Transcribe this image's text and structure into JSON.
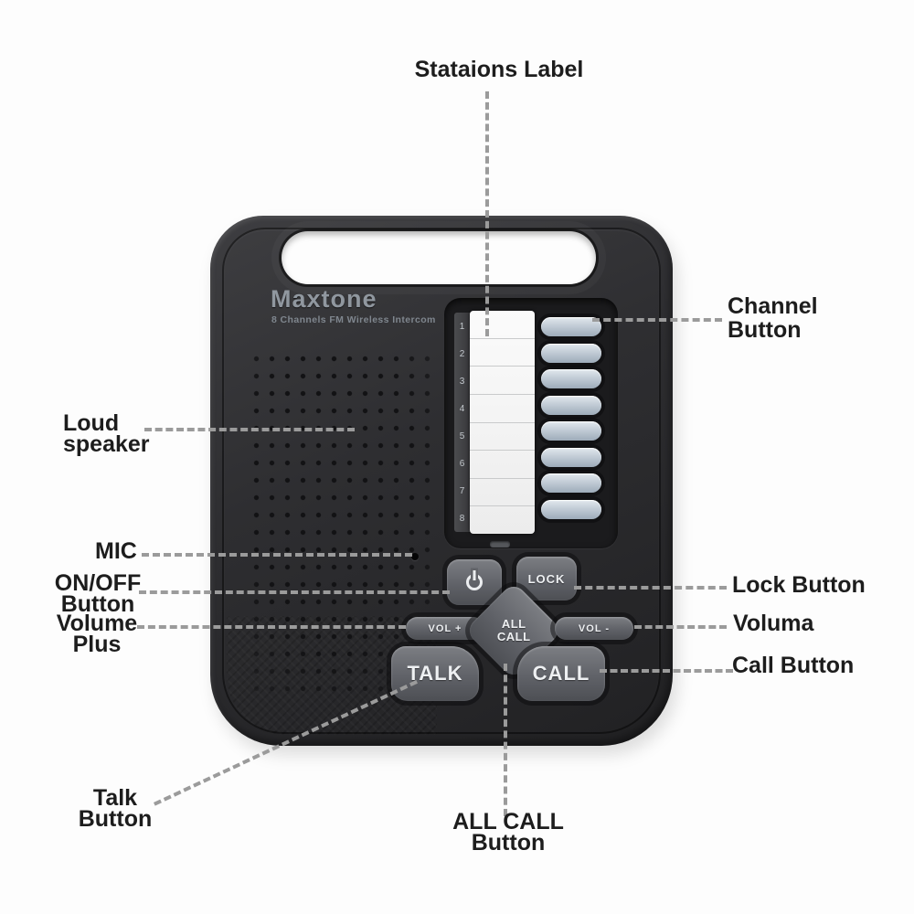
{
  "annotations": {
    "stations_label": "Stataions Label",
    "channel_button": {
      "line1": "Channel",
      "line2": "Button"
    },
    "loud_speaker": {
      "line1": "Loud",
      "line2": "speaker"
    },
    "mic": "MIC",
    "on_off_button": {
      "line1": "ON/OFF",
      "line2": "Button"
    },
    "volume_plus": {
      "line1": "Volume",
      "line2": "Plus"
    },
    "lock_button": "Lock Button",
    "voluma": "Voluma",
    "call_button": "Call Button",
    "talk_button": {
      "line1": "Talk",
      "line2": "Button"
    },
    "all_call_button": {
      "line1": "ALL CALL",
      "line2": "Button"
    }
  },
  "device": {
    "brand": "Maxtone",
    "tagline": "8 Channels FM Wireless Intercom",
    "station_numbers": [
      "1",
      "2",
      "3",
      "4",
      "5",
      "6",
      "7",
      "8"
    ],
    "channel_button_count": 8,
    "buttons": {
      "power_icon": "power-icon",
      "lock": "LOCK",
      "vol_plus": "VOL +",
      "all_call": {
        "line1": "ALL",
        "line2": "CALL"
      },
      "vol_minus": "VOL -",
      "talk": "TALK",
      "call": "CALL"
    },
    "colors": {
      "body": "#2e2e31",
      "channel_button": "#b6c0cb",
      "key": "#606268",
      "annotation_line": "#9b9b9b",
      "label_text": "#1d1d1d",
      "brand_text": "#90979f"
    }
  }
}
